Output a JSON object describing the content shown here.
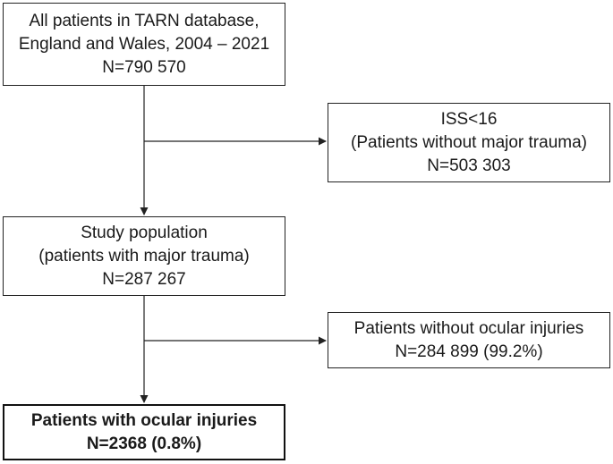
{
  "flowchart": {
    "all_patients": {
      "line1": "All patients in TARN database,",
      "line2": "England and Wales, 2004 – 2021",
      "line3": "N=790 570"
    },
    "excluded_iss": {
      "line1": "ISS<16",
      "line2": "(Patients without major trauma)",
      "line3": "N=503 303"
    },
    "study_population": {
      "line1": "Study population",
      "line2": "(patients with major trauma)",
      "line3": "N=287 267"
    },
    "without_ocular": {
      "line1": "Patients without ocular injuries",
      "line2": "N=284 899 (99.2%)"
    },
    "with_ocular": {
      "line1": "Patients with ocular injuries",
      "line2": "N=2368 (0.8%)"
    }
  }
}
